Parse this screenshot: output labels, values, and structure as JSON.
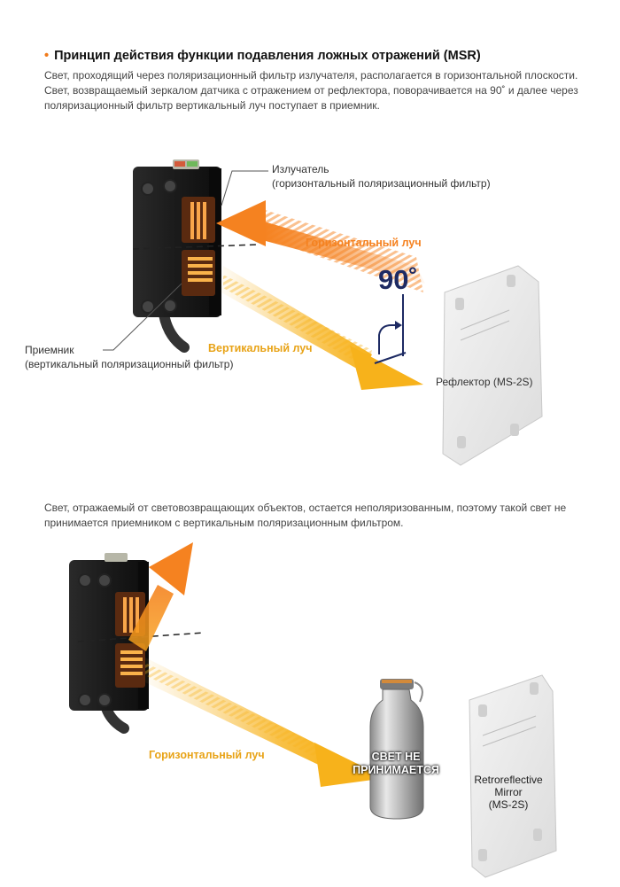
{
  "heading": "Принцип действия функции подавления ложных отражений (MSR)",
  "bullet": "•",
  "intro_lines": [
    "Свет, проходящий через поляризационный фильтр излучателя, располагается в горизонтальной плоскости.",
    "Свет, возвращаемый зеркалом датчика с отражением от рефлектора, поворачивается на 90˚ и далее через",
    "поляризационный фильтр вертикальный луч поступает в приемник."
  ],
  "diagram1": {
    "emitter_label": "Излучатель",
    "emitter_sub": "(горизонтальный поляризационный фильтр)",
    "receiver_label": "Приемник",
    "receiver_sub": "(вертикальный поляризационный фильтр)",
    "horizontal_beam": "Горизонтальный луч",
    "vertical_beam": "Вертикальный луч",
    "angle": "90˚",
    "reflector": "Рефлектор (MS-2S)"
  },
  "second_para_lines": [
    "Свет, отражаемый от световозвращающих объектов, остается неполяризованным, поэтому такой свет не",
    "принимается приемником с вертикальным поляризационным фильтром."
  ],
  "diagram2": {
    "horizontal_beam": "Горизонтальный луч",
    "not_accepted_1": "СВЕТ НЕ",
    "not_accepted_2": "ПРИНИМАЕТСЯ",
    "mirror_1": "Retroreflective",
    "mirror_2": "Mirror",
    "mirror_3": "(MS-2S)"
  },
  "colors": {
    "accent": "#f07a1a",
    "orange_beam": "#f58220",
    "yellow_beam": "#f7b21b",
    "degree": "#1d2a63",
    "vertical_beam_text": "#e8a317"
  }
}
